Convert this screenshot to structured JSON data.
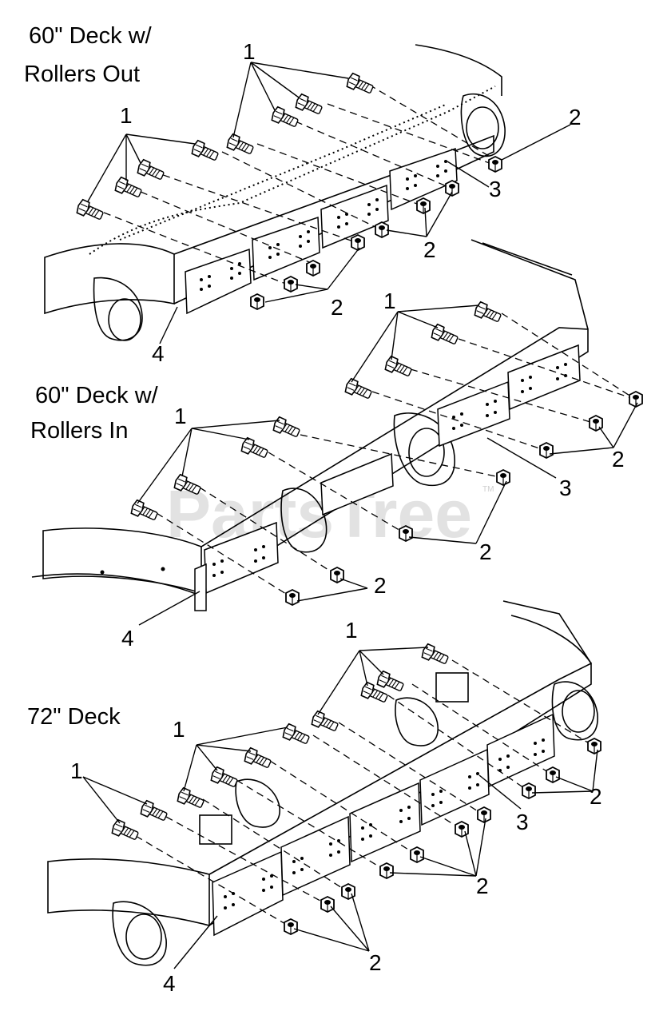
{
  "diagram": {
    "watermark": "PartsTree",
    "trademark": "TM",
    "sections": [
      {
        "title_lines": [
          "60\" Deck w/",
          "Rollers Out"
        ]
      },
      {
        "title_lines": [
          "60\" Deck w/",
          "Rollers In"
        ]
      },
      {
        "title_lines": [
          "72\" Deck"
        ]
      }
    ],
    "callouts": {
      "bolt": "1",
      "nut": "2",
      "baffle": "3",
      "end_baffle": "4"
    }
  }
}
